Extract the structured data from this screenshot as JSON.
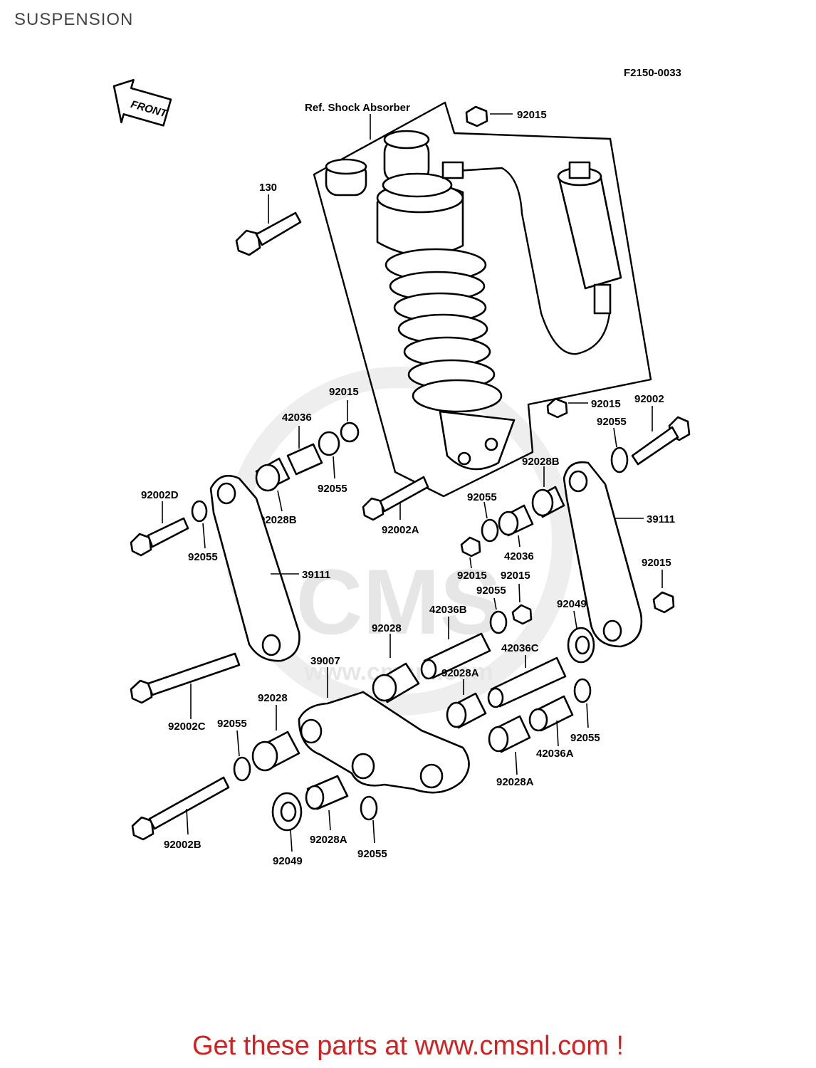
{
  "page": {
    "title": "SUSPENSION",
    "footer": "Get these parts at www.cmsnl.com !"
  },
  "diagram": {
    "figure_code": "F2150-0033",
    "front_label": "FRONT",
    "ref_label": "Ref. Shock Absorber",
    "watermark_main": "CMS",
    "watermark_url": "www.cmsnl.com",
    "parts": {
      "p130": "130",
      "p92015_a": "92015",
      "p92015_b": "92015",
      "p92015_c": "92015",
      "p92015_d": "92015",
      "p92015_e": "92015",
      "p92015_f": "92015",
      "p42036_a": "42036",
      "p42036_b": "42036",
      "p92055_a": "92055",
      "p92055_b": "92055",
      "p92055_c": "92055",
      "p92055_d": "92055",
      "p92055_e": "92055",
      "p92055_f": "92055",
      "p92055_g": "92055",
      "p92055_h": "92055",
      "p92002": "92002",
      "p92002A": "92002A",
      "p92002B": "92002B",
      "p92002C": "92002C",
      "p92002D": "92002D",
      "p92028B_a": "92028B",
      "p92028B_b": "92028B",
      "p39111_a": "39111",
      "p39111_b": "39111",
      "p42036B": "42036B",
      "p42036C": "42036C",
      "p42036A": "42036A",
      "p92049_a": "92049",
      "p92049_b": "92049",
      "p92028_a": "92028",
      "p92028_b": "92028",
      "p92028A_a": "92028A",
      "p92028A_b": "92028A",
      "p92028A_c": "92028A",
      "p39007": "39007"
    }
  }
}
